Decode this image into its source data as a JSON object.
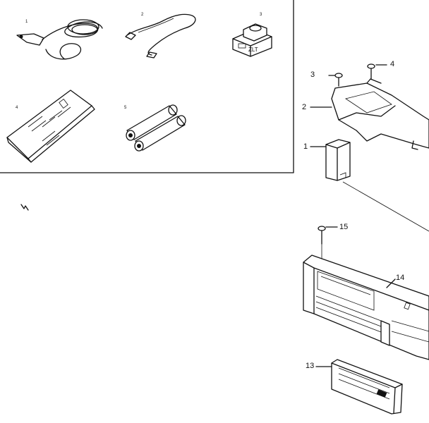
{
  "accessory_callouts": [
    {
      "id": "acc-1",
      "text": "1"
    },
    {
      "id": "acc-2",
      "text": "2"
    },
    {
      "id": "acc-3",
      "text": "3"
    },
    {
      "id": "acc-4",
      "text": "4"
    },
    {
      "id": "acc-5",
      "text": "5"
    }
  ],
  "part_callouts": [
    {
      "id": "p3",
      "text": "3"
    },
    {
      "id": "p4",
      "text": "4"
    },
    {
      "id": "p2",
      "text": "2"
    },
    {
      "id": "p1",
      "text": "1"
    },
    {
      "id": "p15",
      "text": "15"
    },
    {
      "id": "p14",
      "text": "14"
    },
    {
      "id": "p13",
      "text": "13"
    }
  ],
  "colors": {
    "ink": "#111111",
    "paper": "#ffffff"
  }
}
